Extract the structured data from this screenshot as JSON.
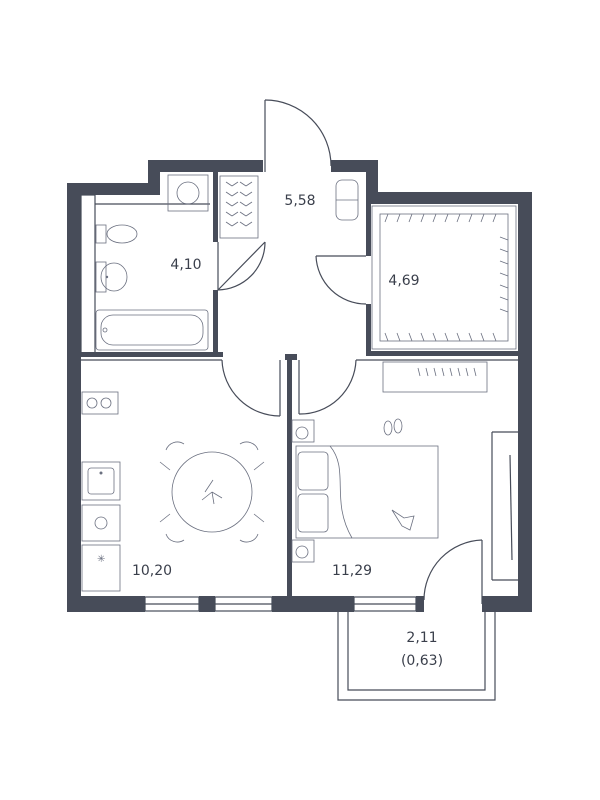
{
  "rooms": [
    {
      "id": "hall",
      "area": "5,58"
    },
    {
      "id": "bathroom",
      "area": "4,10"
    },
    {
      "id": "wardrobe",
      "area": "4,69"
    },
    {
      "id": "kitchen-living",
      "area": "10,20"
    },
    {
      "id": "bedroom",
      "area": "11,29"
    },
    {
      "id": "balcony",
      "area": "2,11",
      "reduced_area": "(0,63)"
    }
  ],
  "colors": {
    "wall": "#474c59",
    "text": "#3a3f4b",
    "furniture": "#6b7080"
  }
}
